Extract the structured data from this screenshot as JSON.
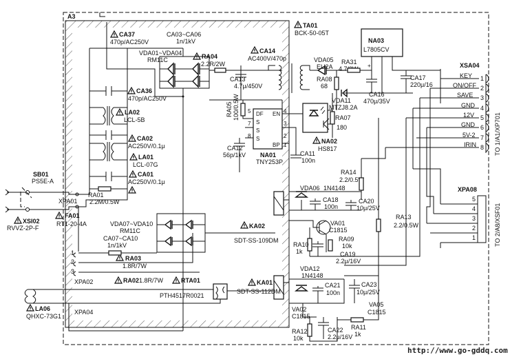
{
  "board_id": "A3",
  "watermark_url": "http://www.go-gddq.com",
  "connectors": {
    "xsa04": {
      "name": "XSA04",
      "pins": [
        "KEY",
        "ON/OFF",
        "SAVE",
        "GND",
        "12V",
        "GND",
        "5V-2",
        "IRIN"
      ],
      "numbers": [
        "1",
        "2",
        "3",
        "4",
        "5",
        "6",
        "7",
        "8"
      ],
      "target": "TO 1/A1/XP701"
    },
    "xpa08": {
      "name": "XPA08",
      "numbers": [
        "5",
        "4",
        "3",
        "2",
        "1"
      ],
      "target": "TO 2/A8/XSF01"
    }
  },
  "labels": {
    "sb01": "SB01",
    "sb01_part": "PS5E-A",
    "xsi02": "XSI02",
    "xsi02_part": "RVVZ-2P-F",
    "xpa01": "XPA01",
    "xpa02": "XPA02",
    "xpa04": "XPA04",
    "la06": "LA06",
    "la06_part": "QHXC-73G1",
    "ca37": "CA37",
    "ca37_val": "470p/AC250V",
    "ca03_06": "CA03~CA06",
    "ca03_06_val": "1n/1kV",
    "vda01_04": "VDA01~VDA04",
    "vda01_04_part": "RM11C",
    "ra04": "RA04",
    "ra04_val": "2.2R/2W",
    "ca14": "CA14",
    "ca14_val": "AC400V/470p",
    "ta01": "TA01",
    "ta01_part": "BCK-50-05T",
    "na03": "NA03",
    "na03_part": "L7805CV",
    "ca36": "CA36",
    "ca36_val": "470p/AC250V",
    "ca13": "CA13",
    "ca13_val": "4.7μ/450V",
    "vda05": "VDA05",
    "vda05_part": "EU2A",
    "ra31": "RA31",
    "ra31_val": "4.7/2W",
    "ca17": "CA17",
    "ca17_val": "220μ/16",
    "ca16": "CA16",
    "ca16_val": "470μ/35V",
    "ra08": "RA08",
    "ra08_val": "68",
    "vda11": "VDA11",
    "vda11_part": "MTZJ8.2A",
    "ra07": "RA07",
    "ra07_val": "180",
    "la02": "LA02",
    "la02_part": "LCL-5B",
    "ra05": "RA05",
    "ra05_val": "100/0.5W",
    "na01": "NA01",
    "na01_part": "TNY253P",
    "pin_df": "DF",
    "pin_en": "EN",
    "pin_s": "S",
    "pin_bp": "BP",
    "pin_1": "1",
    "pin_2": "2",
    "pin_3": "3",
    "pin_4": "4",
    "pin_5": "5",
    "pin_7": "7",
    "pin_8": "8",
    "na02": "NA02",
    "na02_part": "HS817",
    "ca12": "CA12",
    "ca12_val": "56p/1kV",
    "ca11": "CA11",
    "ca11_val": "100n",
    "ca02": "CA02",
    "ca02_val": "AC250V/0.1μ",
    "la01": "LA01",
    "la01_part": "LCL-07G",
    "ca01": "CA01",
    "ca01_val": "AC250V/0.1μ",
    "ra01": "RA01",
    "ra01_val": "2.2M/0.5W",
    "ra14": "RA14",
    "ra14_val": "2.2/0.5W",
    "vda06": "VDA06",
    "vda06_part": "1N4148",
    "ca18": "CA18",
    "ca18_val": "100n",
    "ca20": "CA20",
    "ca20_val": "10μ/25V",
    "fa01": "FA01",
    "fa01_part": "RT1-20-4A",
    "vda07_10": "VDA07~VDA10",
    "vda07_10_part": "RM11C",
    "ka02": "KA02",
    "ka02_part": "SDT-SS-109DM",
    "va01": "VA01",
    "va01_part": "C1815",
    "ra13": "RA13",
    "ra13_val": "2.2/0.5W",
    "ca07_10": "CA07~CA10",
    "ca07_10_val": "1n/1kV",
    "ra09": "RA09",
    "ra09_val": "10k",
    "ra10": "RA10",
    "ra10_val": "1k",
    "ca19": "CA19",
    "ca19_val": "2.2μ/16V",
    "ra03": "RA03",
    "ra03_val": "1.8R/7W",
    "vda12": "VDA12",
    "vda12_part": "1N4148",
    "ra02": "RA02",
    "ra02_val": "1.8R/7W",
    "rta01": "RTA01",
    "rta01_part": "PTH4517R0021",
    "ka01": "KA01",
    "ka01_part": "SDT-SS-112DM",
    "ca21": "CA21",
    "ca21_val": "100n",
    "ca23": "CA23",
    "ca23_val": "10μ/25V",
    "va02": "VA02",
    "va02_part": "C1815",
    "va05": "VA05",
    "va05_part": "C1815",
    "ca22": "CA22",
    "ca22_val": "2.2μ/16V",
    "ra12": "RA12",
    "ra12_val": "10k",
    "ra11": "RA11",
    "ra11_val": "1k",
    "pos_1": "1",
    "pos_2": "2",
    "pos_3": "3"
  }
}
